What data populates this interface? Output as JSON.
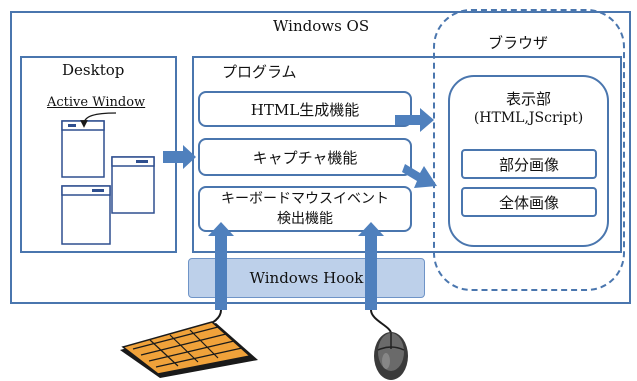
{
  "os_label": "Windows OS",
  "browser_label": "ブラウザ",
  "desktop": {
    "title": "Desktop",
    "active_window_label": "Active Window"
  },
  "program": {
    "title": "プログラム",
    "html_gen": "HTML生成機能",
    "capture": "キャプチャ機能",
    "event_line1": "キーボードマウスイベント",
    "event_line2": "検出機能"
  },
  "display": {
    "title": "表示部",
    "subtitle": "(HTML,JScript)",
    "partial_image": "部分画像",
    "full_image": "全体画像"
  },
  "hook_label": "Windows Hook",
  "colors": {
    "border": "#4a76ae",
    "arrow": "#4f80bd",
    "hook_fill": "#bdd0ea",
    "keyboard": "#f0a23a"
  }
}
